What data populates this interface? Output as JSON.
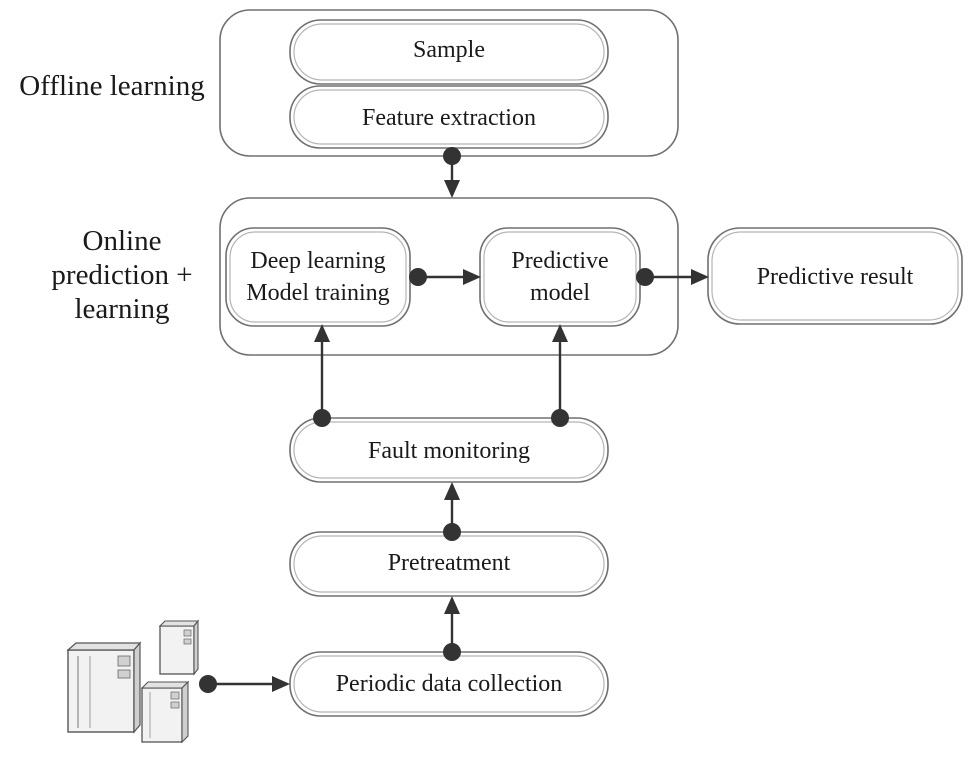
{
  "labels": {
    "offline": "Offline learning",
    "online": [
      "Online",
      "prediction +",
      "learning"
    ]
  },
  "nodes": {
    "sample": "Sample",
    "feature_extraction": "Feature extraction",
    "deep_learning": [
      "Deep learning",
      "Model training"
    ],
    "predictive_model": [
      "Predictive",
      "model"
    ],
    "predictive_result": "Predictive result",
    "fault_monitoring": "Fault monitoring",
    "pretreatment": "Pretreatment",
    "periodic_data_collection": "Periodic data collection"
  },
  "icons": [
    "server-cabinet-icon"
  ],
  "colors": {
    "stroke": "#707070",
    "connector": "#333333",
    "text": "#1a1a1a"
  }
}
